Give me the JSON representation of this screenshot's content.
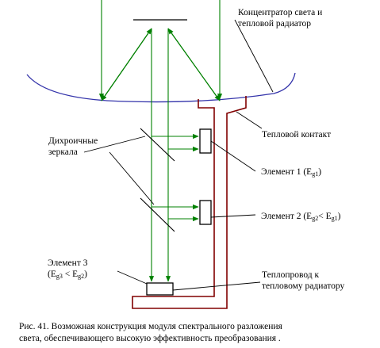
{
  "labels": {
    "concentrator_line1": "Концентратор света и",
    "concentrator_line2": "тепловой радиатор",
    "dichroic_line1": "Дихроичные",
    "dichroic_line2": "зеркала",
    "thermal_contact": "Тепловой контакт",
    "element1_text": "Элемент 1 (E",
    "element1_sub": "g1",
    "element1_close": ")",
    "element2_text": "Элемент 2 (E",
    "element2_sub": "g2",
    "element2_mid": "< E",
    "element2_sub2": "g1",
    "element2_close": ")",
    "element3_line1": "Элемент 3",
    "element3_open": "(E",
    "element3_sub": "g3",
    "element3_mid": " < E",
    "element3_sub2": "g2",
    "element3_close": ")",
    "heatpipe_line1": "Теплопровод к",
    "heatpipe_line2": "тепловому радиатору"
  },
  "caption": {
    "line1": "Рис. 41. Возможная конструкция модуля спектрального разложения",
    "line2": "света, обеспечивающего высокую эффективность преобразования ."
  },
  "colors": {
    "ray": "#008000",
    "structure": "#800000",
    "mirror": "#3333aa",
    "ink": "#000000"
  }
}
